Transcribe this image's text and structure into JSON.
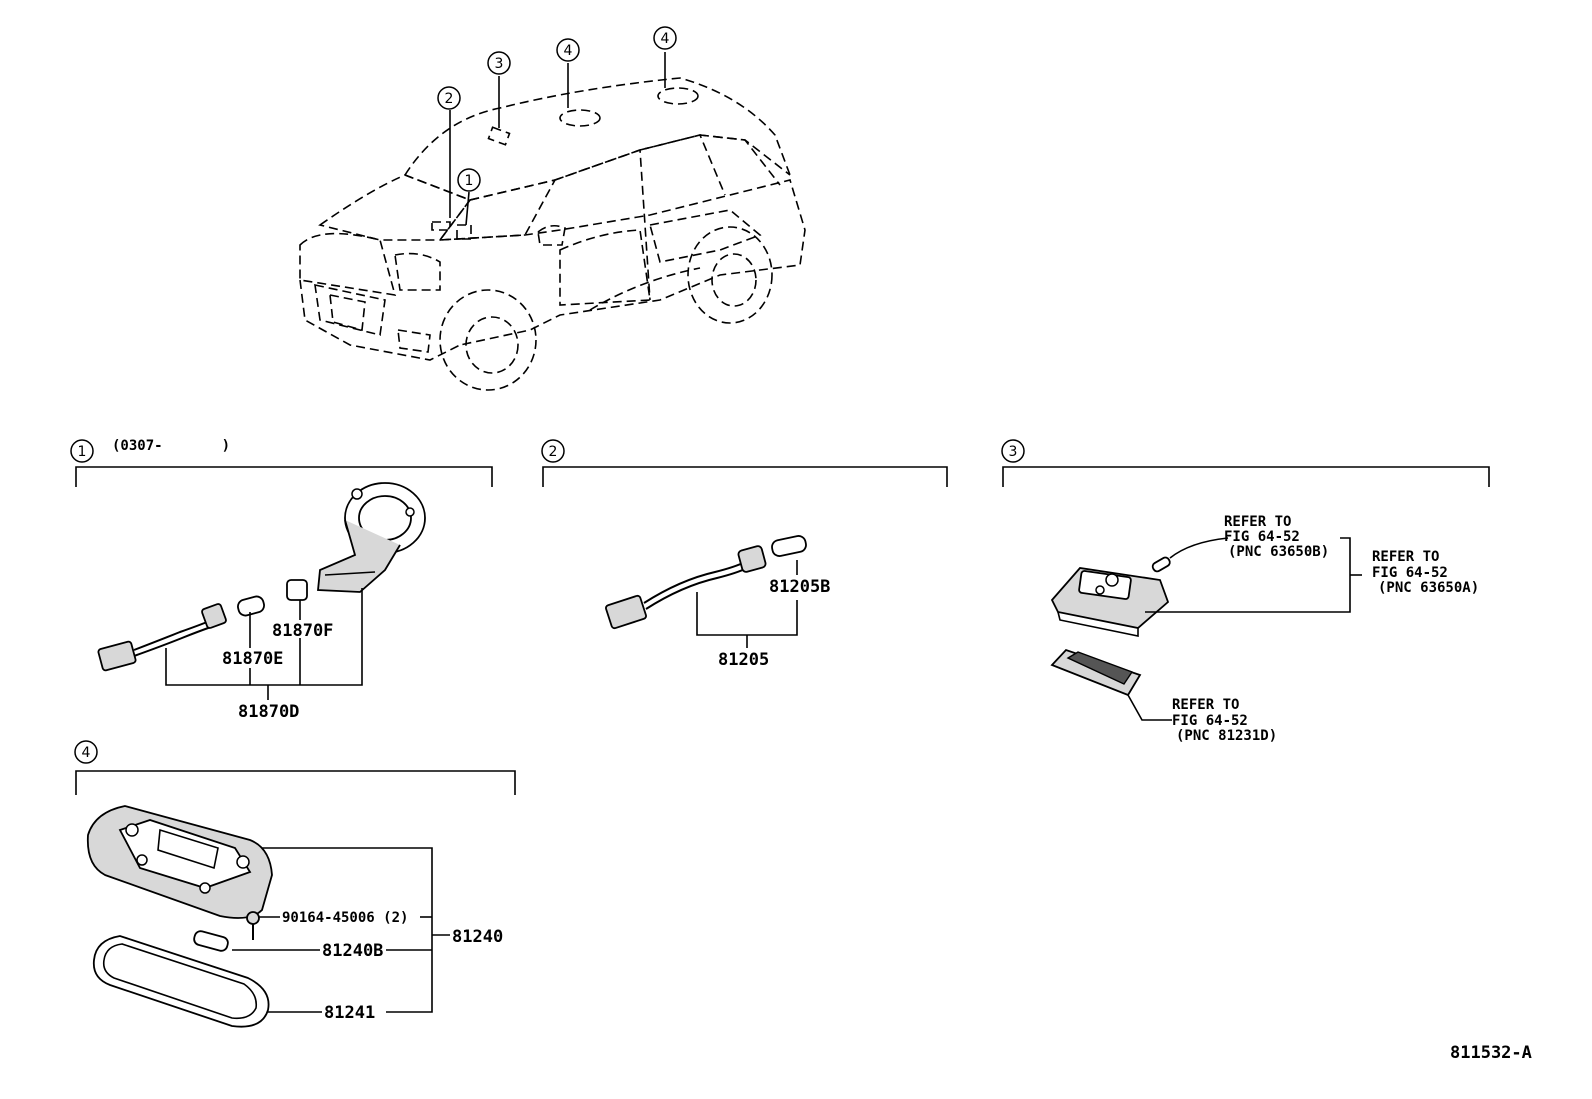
{
  "drawing_id": "811532-A",
  "car_callouts": [
    "1",
    "2",
    "3",
    "4",
    "4"
  ],
  "section1": {
    "number": "1",
    "date_range": "(0307-       )",
    "parts": [
      "81870F",
      "81870E",
      "81870D"
    ]
  },
  "section2": {
    "number": "2",
    "parts": [
      "81205B",
      "81205"
    ]
  },
  "section3": {
    "number": "3",
    "refs": [
      {
        "line1": "REFER TO",
        "line2": "FIG 64-52",
        "line3": "(PNC 63650B)"
      },
      {
        "line1": "REFER TO",
        "line2": "FIG 64-52",
        "line3": "(PNC 63650A)"
      },
      {
        "line1": "REFER TO",
        "line2": "FIG 64-52",
        "line3": "(PNC 81231D)"
      }
    ]
  },
  "section4": {
    "number": "4",
    "parts": [
      "90164-45006 (2)",
      "81240B",
      "81241",
      "81240"
    ]
  }
}
